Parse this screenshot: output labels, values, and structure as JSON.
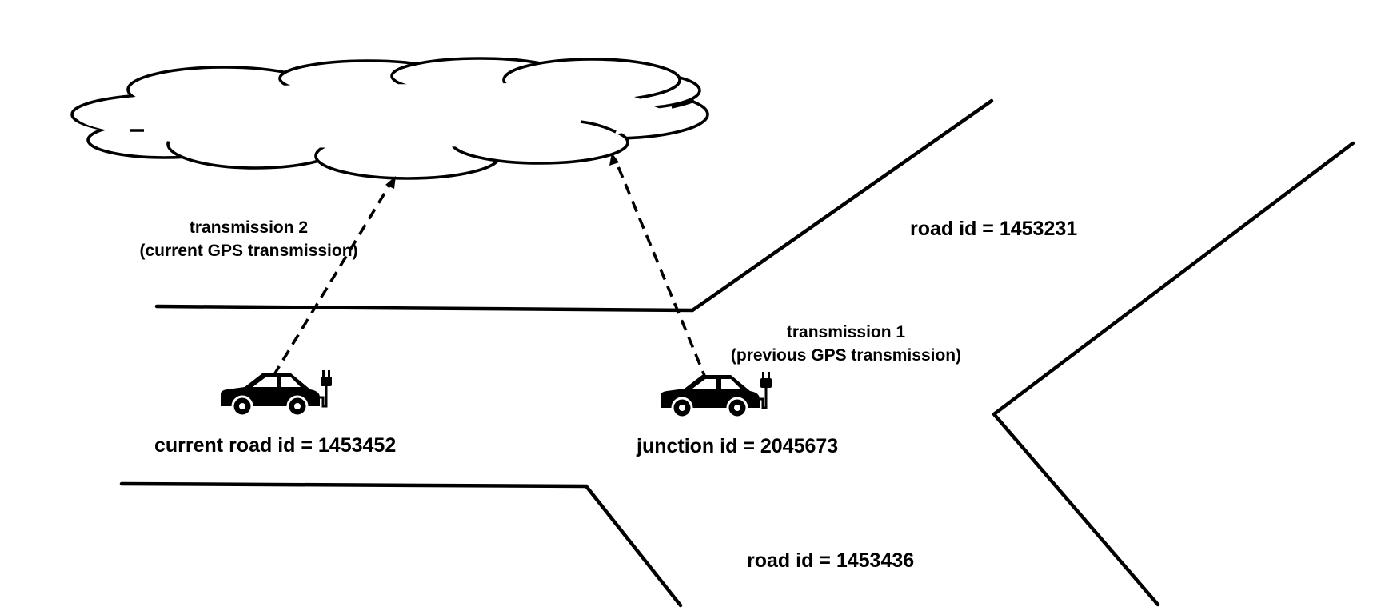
{
  "labels": {
    "road_top_right": "road id = 1453231",
    "road_bottom": "road id = 1453436",
    "current_road": "current road id = 1453452",
    "junction": "junction id = 2045673",
    "transmission2_line1": "transmission 2",
    "transmission2_line2": "(current GPS transmission)",
    "transmission1_line1": "transmission 1",
    "transmission1_line2": "(previous GPS transmission)"
  },
  "icons": {
    "cloud": "cloud-icon",
    "vehicle": "electric-car-icon"
  },
  "colors": {
    "line": "#000000",
    "background": "#ffffff"
  }
}
